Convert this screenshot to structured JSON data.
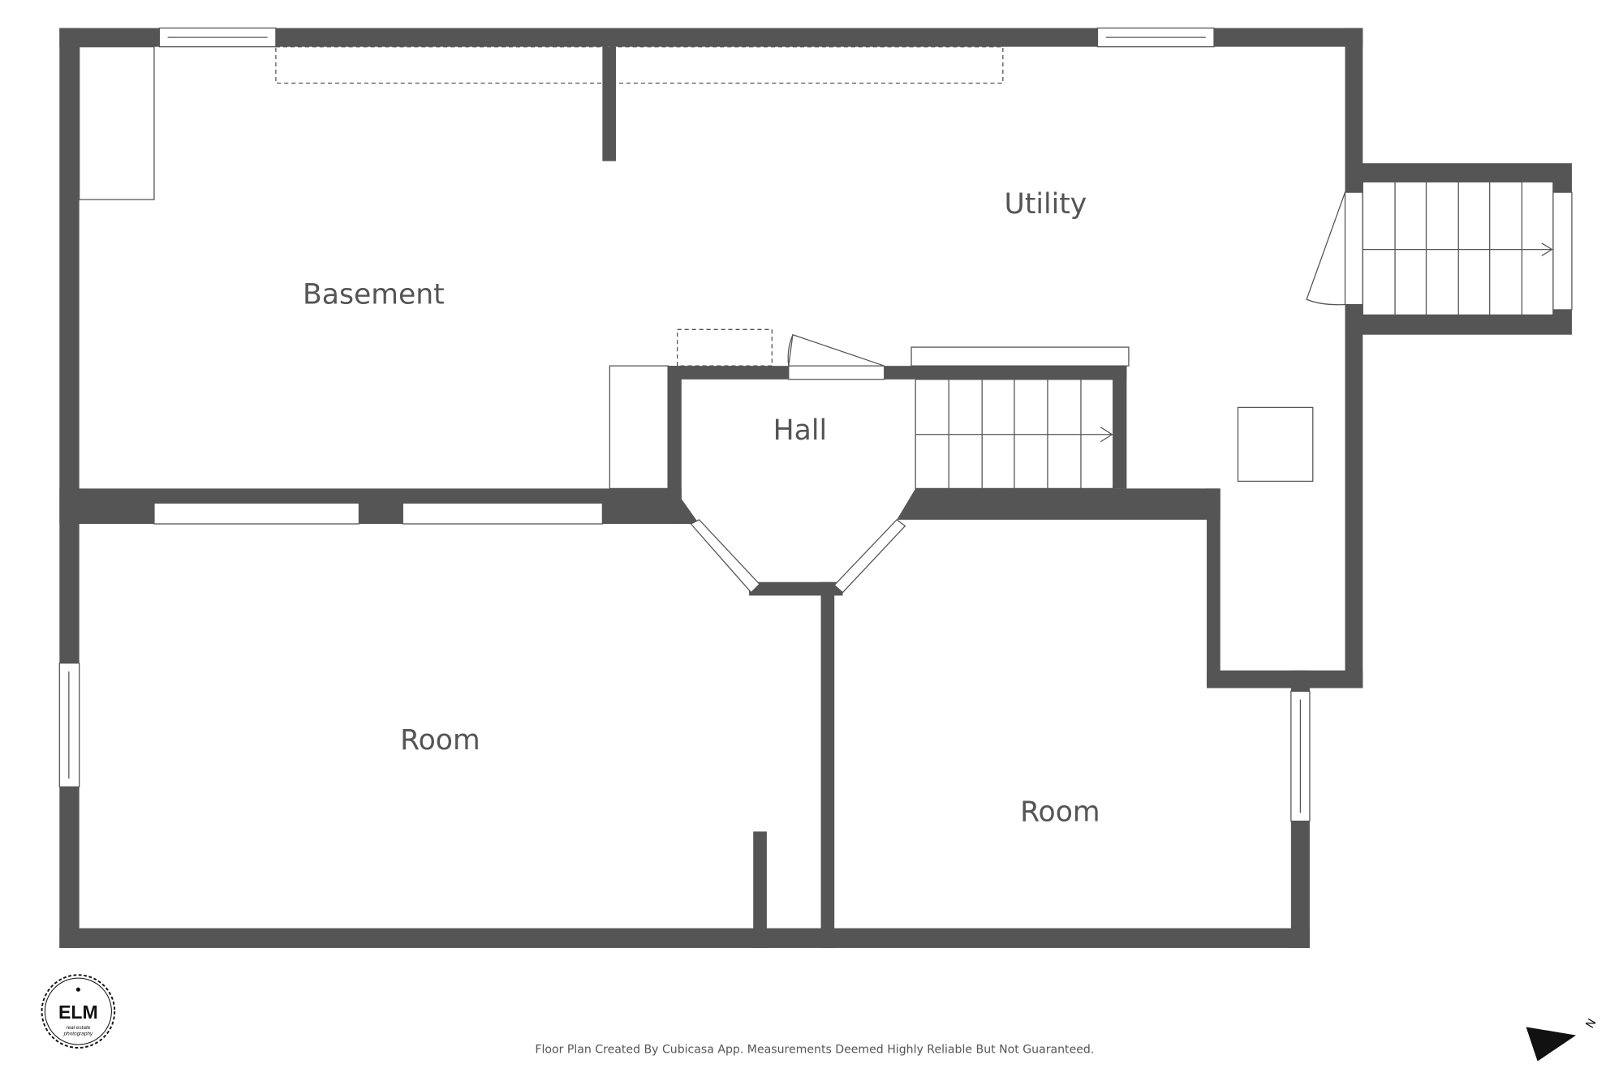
{
  "rooms": {
    "basement": "Basement",
    "utility": "Utility",
    "hall": "Hall",
    "room_left": "Room",
    "room_right": "Room"
  },
  "footer": "Floor Plan Created By Cubicasa App. Measurements Deemed Highly Reliable But Not Guaranteed.",
  "logo": {
    "text": "ELM",
    "subtitle": "real estate photography"
  },
  "compass": {
    "label": "N",
    "icon": "north-arrow-icon"
  },
  "colors": {
    "wall": "#555555",
    "background": "#ffffff"
  }
}
